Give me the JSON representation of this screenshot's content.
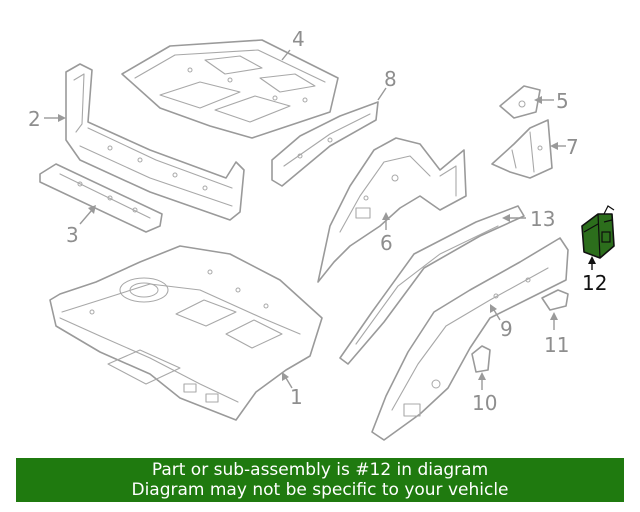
{
  "callouts": {
    "c1": "1",
    "c2": "2",
    "c3": "3",
    "c4": "4",
    "c5": "5",
    "c6": "6",
    "c7": "7",
    "c8": "8",
    "c9": "9",
    "c10": "10",
    "c11": "11",
    "c12": "12",
    "c13": "13"
  },
  "highlighted_part": "12",
  "colors": {
    "banner_bg": "#1f7a0f",
    "highlight_fill": "#2c6e1c",
    "line_gray": "#9a9a9a"
  },
  "banner": {
    "line1": "Part or sub-assembly is #12 in diagram",
    "line2": "Diagram may not be specific to your vehicle"
  }
}
